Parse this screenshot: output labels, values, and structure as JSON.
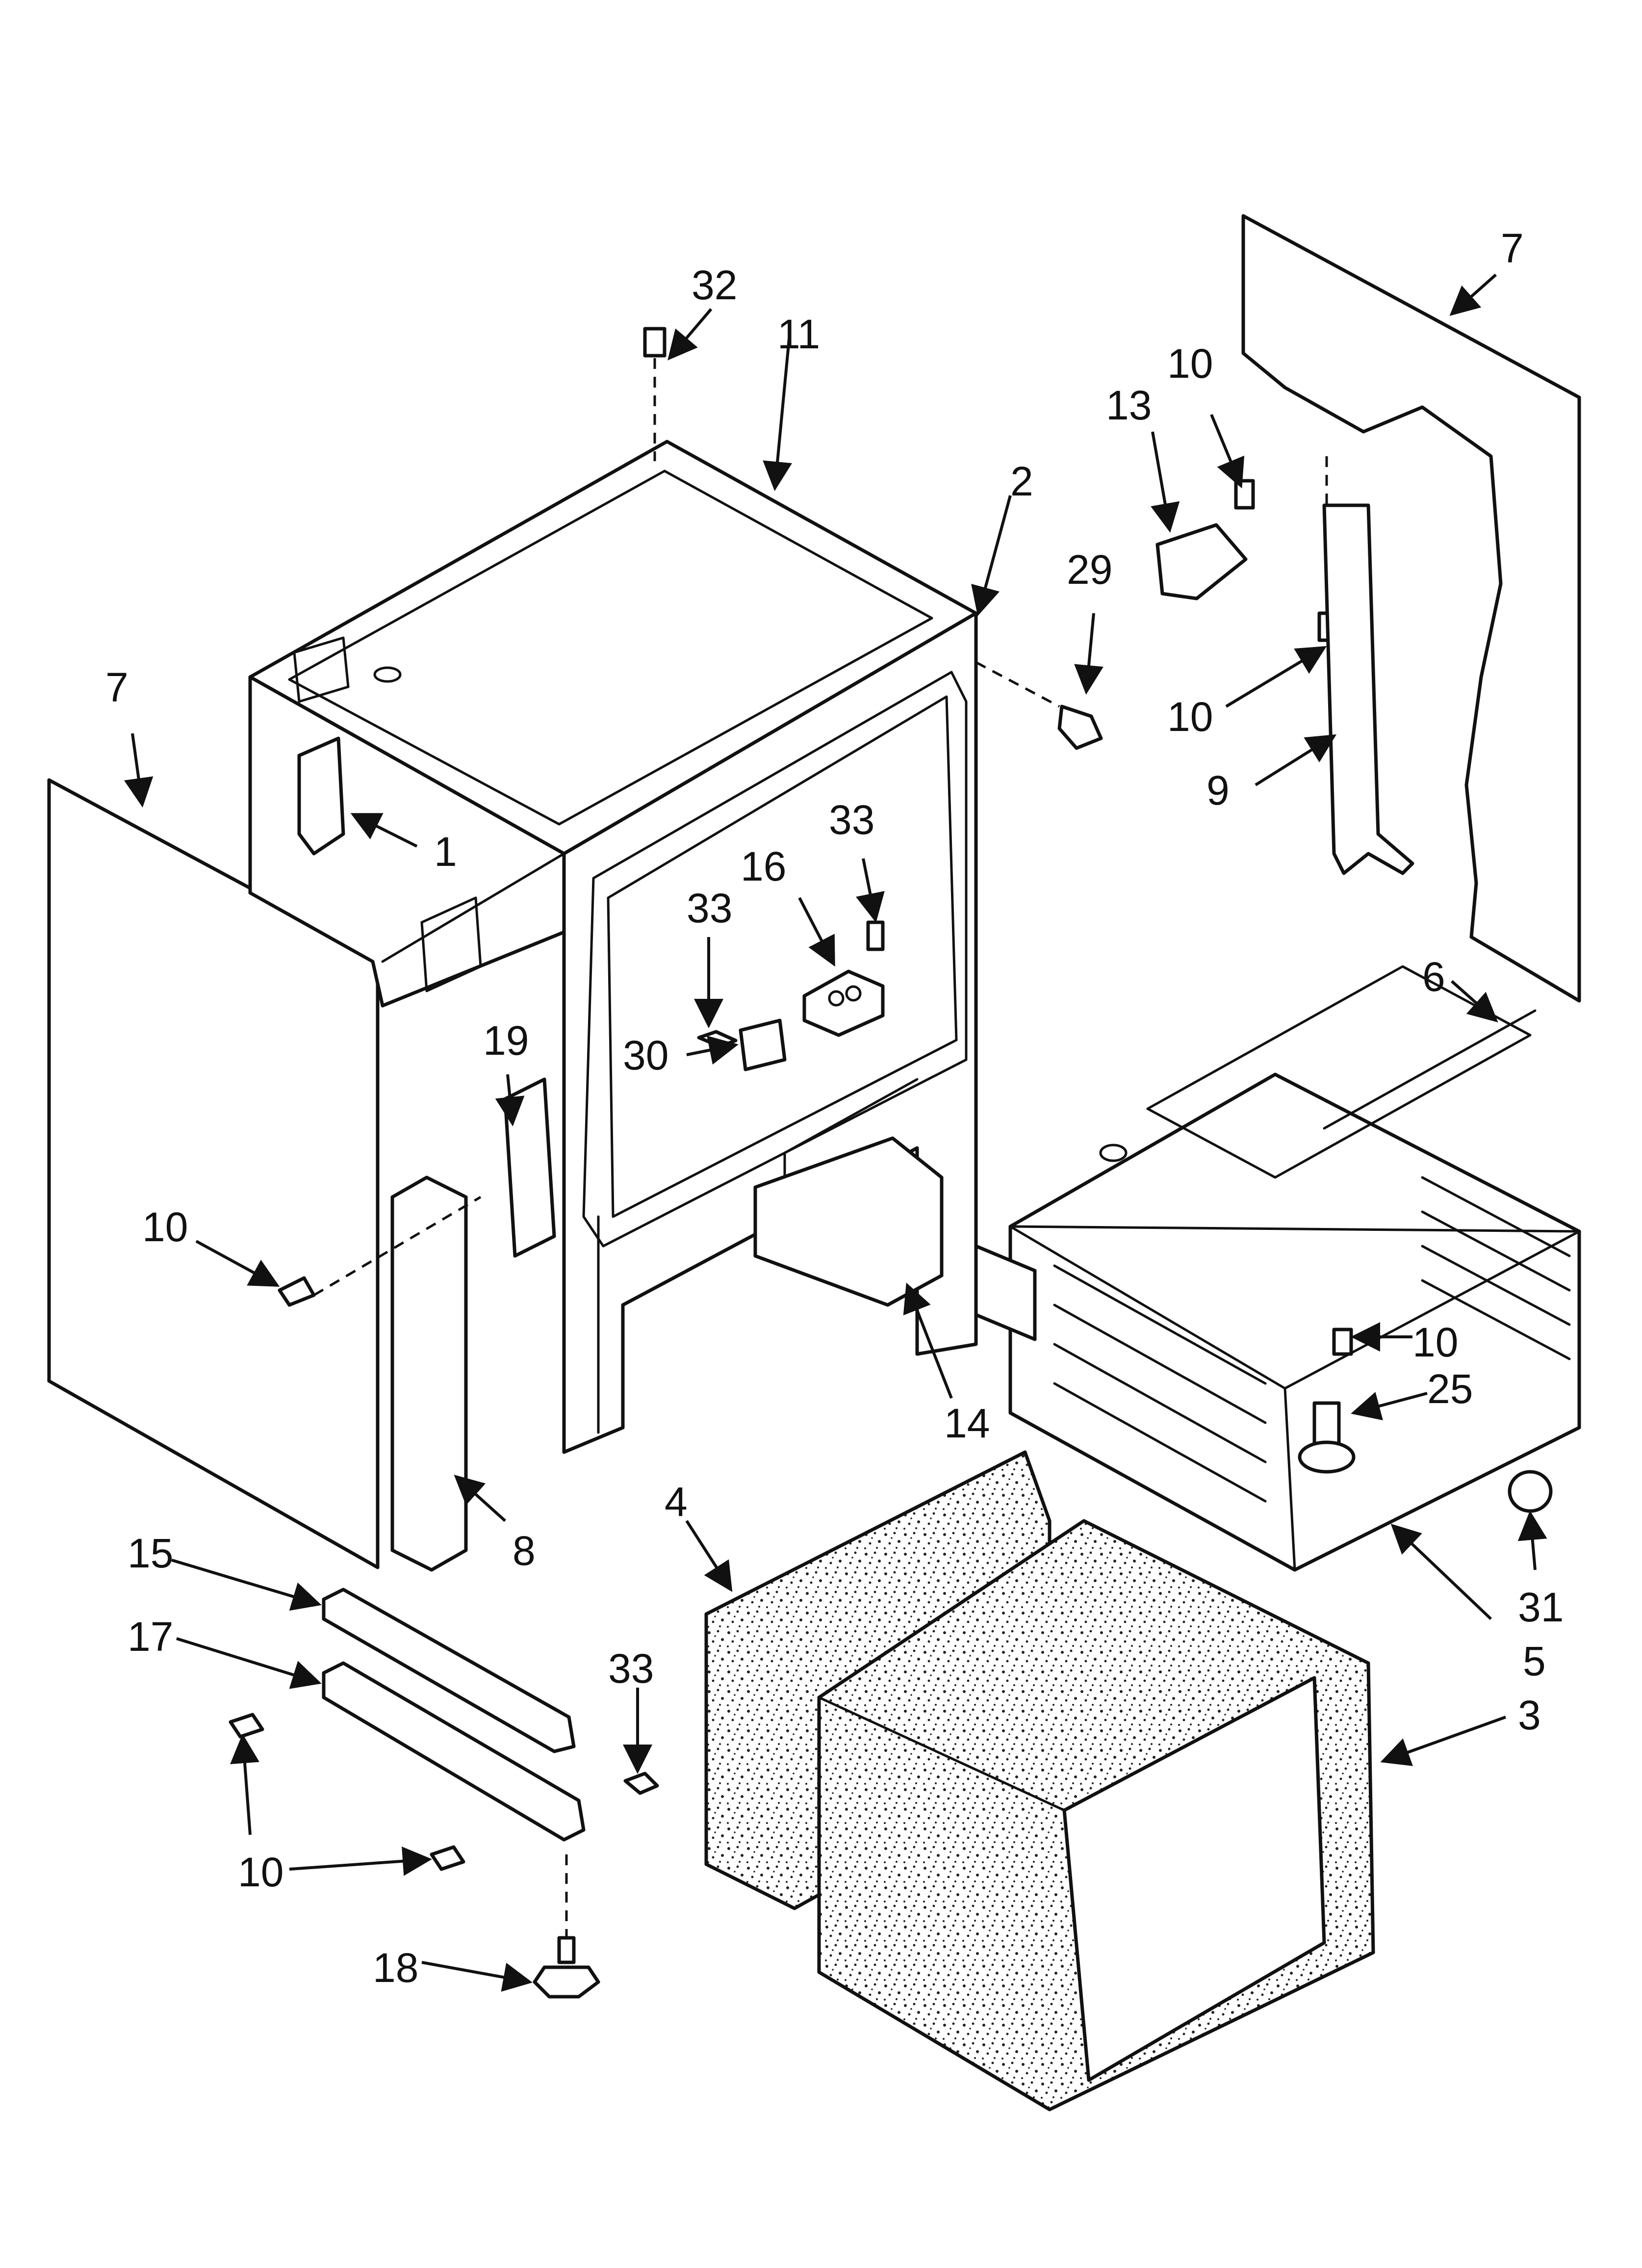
{
  "callouts": {
    "c1": "1",
    "c2": "2",
    "c3": "3",
    "c4": "4",
    "c5": "5",
    "c6": "6",
    "c7_left": "7",
    "c7_right": "7",
    "c8": "8",
    "c9": "9",
    "c10_side": "10",
    "c10_top": "10",
    "c10_right": "10",
    "c10_oven": "10",
    "c10_bottom": "10",
    "c11": "11",
    "c13": "13",
    "c14": "14",
    "c15": "15",
    "c16": "16",
    "c17": "17",
    "c18": "18",
    "c19": "19",
    "c25": "25",
    "c29": "29",
    "c30": "30",
    "c31": "31",
    "c32": "32",
    "c33_a": "33",
    "c33_b": "33",
    "c33_c": "33"
  }
}
